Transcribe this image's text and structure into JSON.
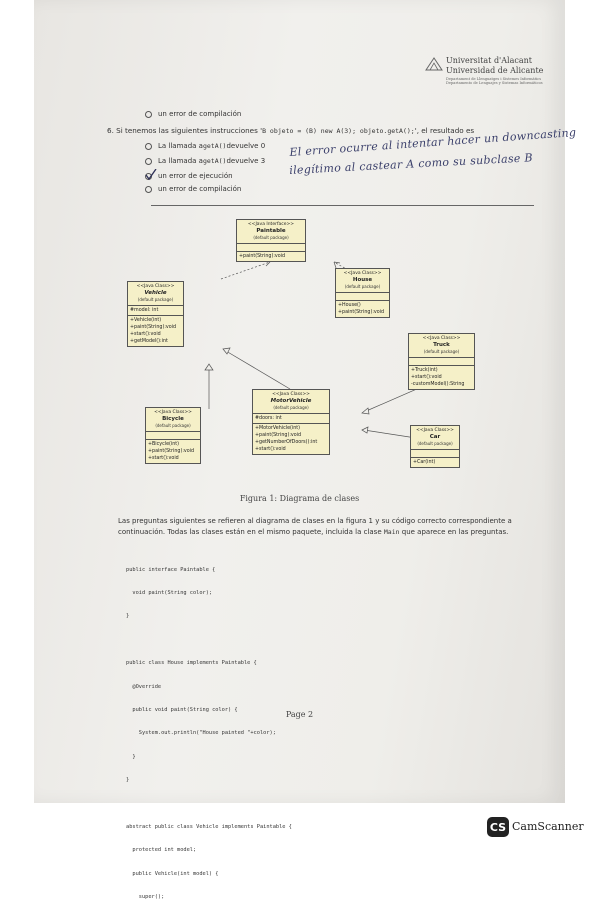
{
  "header": {
    "university_line1": "Universitat d'Alacant",
    "university_line2": "Universidad de Alicante",
    "department_line1": "Departament de Llenguatges i Sistemes Informàtics",
    "department_line2": "Departamento de Lenguajes y Sistemas Informáticos"
  },
  "question_prev": {
    "last_option": "un error de compilación"
  },
  "question6": {
    "number": "6.",
    "text_before": "Si tenemos las siguientes instrucciones '",
    "code": "B objeto = (B) new A(3); objeto.getA();",
    "text_after": "', el resultado es",
    "options": [
      {
        "pre": "La llamada a ",
        "code": "getA()",
        "post": " devuelve 0",
        "checked": false
      },
      {
        "pre": "La llamada a ",
        "code": "getA()",
        "post": " devuelve 3",
        "checked": false
      },
      {
        "pre": "un error de ejecución",
        "code": "",
        "post": "",
        "checked": true
      },
      {
        "pre": "un error de compilación",
        "code": "",
        "post": "",
        "checked": false
      }
    ],
    "handwritten_line1": "El error ocurre al intentar hacer un downcasting",
    "handwritten_line2": "ilegítimo al castear A como su subclase B"
  },
  "diagram": {
    "classes": {
      "paintable": {
        "stereo": "<<Java Interface>>",
        "name": "Paintable",
        "pkg": "(default package)",
        "attrs": [],
        "methods": [
          "+paint(String):void"
        ]
      },
      "house": {
        "stereo": "<<Java Class>>",
        "name": "House",
        "pkg": "(default package)",
        "attrs": [],
        "methods": [
          "+House()",
          "+paint(String):void"
        ]
      },
      "vehicle": {
        "stereo": "<<Java Class>>",
        "name": "Vehicle",
        "pkg": "(default package)",
        "attrs": [
          "#model: int"
        ],
        "methods": [
          "+Vehicle(int)",
          "+paint(String):void",
          "+start():void",
          "+getModel():int"
        ]
      },
      "truck": {
        "stereo": "<<Java Class>>",
        "name": "Truck",
        "pkg": "(default package)",
        "attrs": [],
        "methods": [
          "+Truck(int)",
          "+start():void",
          "-customModel():String"
        ]
      },
      "motorvehicle": {
        "stereo": "<<Java Class>>",
        "name": "MotorVehicle",
        "pkg": "(default package)",
        "attrs": [
          "#doors: int"
        ],
        "methods": [
          "+MotorVehicle(int)",
          "+paint(String):void",
          "+getNumberOfDoors():int",
          "+start():void"
        ]
      },
      "bicycle": {
        "stereo": "<<Java Class>>",
        "name": "Bicycle",
        "pkg": "(default package)",
        "attrs": [],
        "methods": [
          "+Bicycle(int)",
          "+paint(String):void",
          "+start():void"
        ]
      },
      "car": {
        "stereo": "<<Java Class>>",
        "name": "Car",
        "pkg": "(default package)",
        "attrs": [],
        "methods": [
          "+Car(int)"
        ]
      }
    },
    "caption": "Figura 1: Diagrama de clases"
  },
  "intro": {
    "text_before": "Las preguntas siguientes se refieren al diagrama de clases en la figura 1 y su código correcto correspondiente a continuación. Todas las clases están en el mismo paquete, incluida la clase ",
    "code": "Main",
    "text_after": " que aparece en las preguntas."
  },
  "code_listing": [
    "public interface Paintable {",
    "  void paint(String color);",
    "}",
    "",
    "public class House implements Paintable {",
    "  @Override",
    "  public void paint(String color) {",
    "    System.out.println(\"House painted \"+color);",
    "  }",
    "}",
    "",
    "abstract public class Vehicle implements Paintable {",
    "  protected int model;",
    "  public Vehicle(int model) {",
    "    super();"
  ],
  "footer": {
    "page": "Page 2"
  },
  "watermark": {
    "brand": "CamScanner",
    "logo_text": "CS"
  }
}
